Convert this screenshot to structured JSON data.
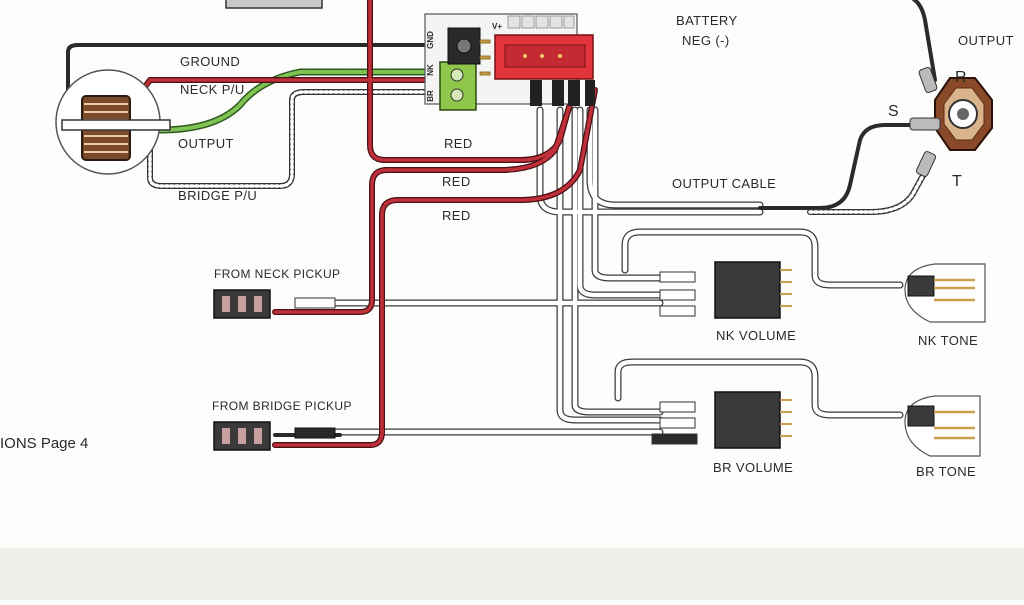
{
  "diagram": {
    "page_label": "IONS Page 4",
    "labels": {
      "ground": "GROUND",
      "neck_pu": "NECK P/U",
      "output_left": "OUTPUT",
      "bridge_pu": "BRIDGE P/U",
      "red_1": "RED",
      "red_2": "RED",
      "red_3": "RED",
      "battery": "BATTERY",
      "neg": "NEG (-)",
      "output_right": "OUTPUT",
      "jack_r": "R",
      "jack_s": "S",
      "jack_t": "T",
      "output_cable": "OUTPUT CABLE",
      "from_neck": "FROM NECK PICKUP",
      "from_bridge": "FROM BRIDGE PICKUP",
      "nk_volume": "NK VOLUME",
      "nk_tone": "NK TONE",
      "br_volume": "BR VOLUME",
      "br_tone": "BR TONE",
      "module_v": "V+",
      "module_gnd": "GND",
      "module_nk": "NK",
      "module_br": "BR"
    },
    "colors": {
      "red_wire": "#b0242c",
      "green_wire": "#5fa043",
      "black_wire": "#2b2b2b",
      "connector_red": "#e2343c",
      "terminal_green": "#8fc74a"
    }
  }
}
